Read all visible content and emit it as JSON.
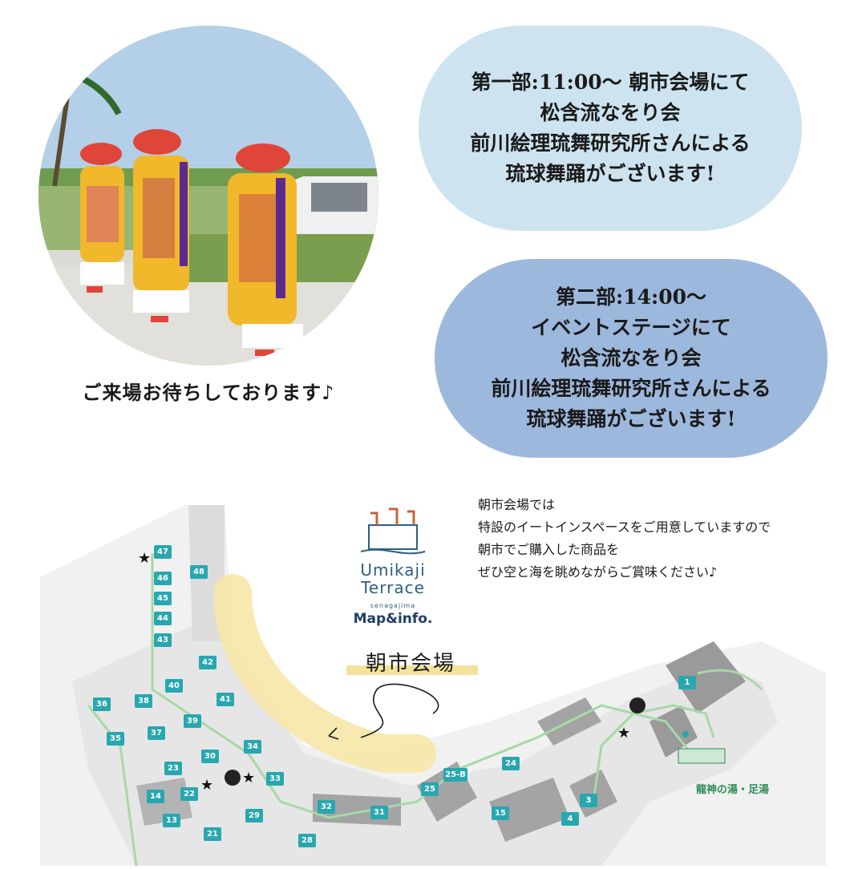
{
  "welcome": "ご来場お待ちしております♪",
  "session1": {
    "lines": [
      "第一部:11:00～ 朝市会場にて",
      "松含流なをり会",
      "前川絵理琉舞研究所さんによる",
      "琉球舞踊がございます!"
    ]
  },
  "session2": {
    "lines": [
      "第二部:14:00～",
      "イベントステージにて",
      "松含流なをり会",
      "前川絵理琉舞研究所さんによる",
      "琉球舞踊がございます!"
    ]
  },
  "notice": {
    "lines": [
      "朝市会場では",
      "特設のイートインスペースをご用意していますので",
      "朝市でご購入した商品を",
      "ぜひ空と海を眺めながらご賞味ください♪"
    ]
  },
  "brand": {
    "name_line1": "Umikaji",
    "name_line2": "Terrace",
    "sub": "senagajima",
    "map": "Map&info."
  },
  "market_label": "朝市会場",
  "spring_label": "龍神の湯・足湯",
  "map_units": [
    "47",
    "46",
    "45",
    "44",
    "43",
    "48",
    "42",
    "40",
    "41",
    "36",
    "38",
    "39",
    "35",
    "37",
    "34",
    "30",
    "23",
    "33",
    "14",
    "22",
    "29",
    "32",
    "31",
    "13",
    "21",
    "28",
    "25",
    "25-B",
    "24",
    "15",
    "4",
    "3",
    "1"
  ],
  "map_icons": {
    "wc": "WC",
    "info": "?"
  },
  "colors": {
    "pill1": "#cde3ef",
    "pill2": "#9db8dd",
    "unit": "#28a7b0",
    "highlight": "#f3e39a",
    "path": "#a8d8a8"
  }
}
